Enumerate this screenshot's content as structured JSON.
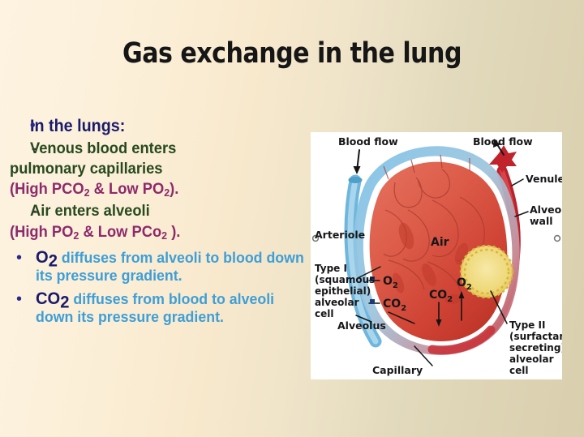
{
  "slide": {
    "title": "Gas exchange in the lung",
    "background_left": "#fdf3e0",
    "background_right": "#d9cfae"
  },
  "colors": {
    "title": "#161616",
    "heading_navy": "#1b1b6b",
    "green": "#27491f",
    "magenta": "#8e2a6b",
    "light_blue": "#3e9ed6"
  },
  "body": {
    "heading": "In the lungs:",
    "dash_1": "-",
    "line_venous": "Venous blood enters",
    "line_pulmonary": "pulmonary capillaries",
    "line_paren_1_a": "(High PCO",
    "line_paren_1_sub_a": "2",
    "line_paren_1_b": " & Low PO",
    "line_paren_1_sub_b": "2",
    "line_paren_1_c": ").",
    "dash_2": "-",
    "line_air": "Air enters alveoli",
    "line_paren_2_a": "(High PO",
    "line_paren_2_sub_a": "2",
    "line_paren_2_b": " & Low PCo",
    "line_paren_2_sub_b": "2",
    "line_paren_2_c": " ).",
    "bullet_glyph": "•",
    "bullet_o2_strong": "O",
    "bullet_o2_strong_sub": "2",
    "bullet_o2_rest": " diffuses from alveoli to blood down its pressure gradient.",
    "bullet_co2_strong": "CO",
    "bullet_co2_strong_sub": "2",
    "bullet_co2_rest": " diffuses from blood to alveoli down its pressure gradient."
  },
  "figure": {
    "labels": {
      "blood_flow_left": "Blood flow",
      "blood_flow_right": "Blood flow",
      "venule": "Venule",
      "alveolar_wall_l1": "Alveolar",
      "alveolar_wall_l2": "wall",
      "arteriole": "Arteriole",
      "type1_l1": "Type I",
      "type1_l2": "(squamous",
      "type1_l3": "epithelial)",
      "type1_l4": "alveolar",
      "type1_l5": "cell",
      "o2_left": "O",
      "o2_left_sub": "2",
      "co2_left": "CO",
      "co2_left_sub": "2",
      "air": "Air",
      "co2_mid": "CO",
      "co2_mid_sub": "2",
      "o2_mid": "O",
      "o2_mid_sub": "2",
      "alveolus": "Alveolus",
      "capillary": "Capillary",
      "type2_l1": "Type II",
      "type2_l2": "(surfactant-",
      "type2_l3": "secreting)",
      "type2_l4": "alveolar",
      "type2_l5": "cell"
    }
  }
}
